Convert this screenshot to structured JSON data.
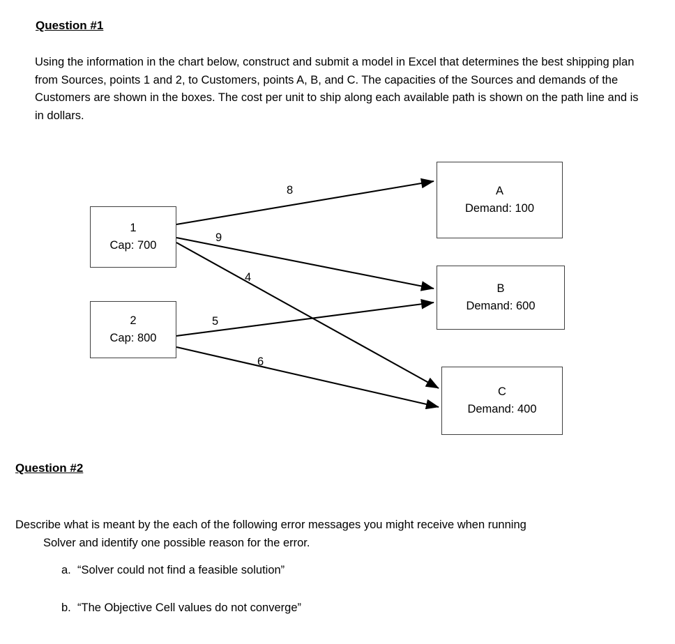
{
  "question1": {
    "heading": "Question #1",
    "body": "Using the information in the chart below, construct and submit a model in Excel that determines the best shipping plan from Sources, points 1 and 2, to Customers, points A, B, and C.  The capacities of the Sources and demands of the Customers are shown in the boxes.  The cost per unit to ship along each available path is shown on the path line and is in dollars."
  },
  "diagram": {
    "sources": [
      {
        "id": "1",
        "label": "1",
        "detail": "Cap: 700"
      },
      {
        "id": "2",
        "label": "2",
        "detail": "Cap: 800"
      }
    ],
    "customers": [
      {
        "id": "A",
        "label": "A",
        "detail": "Demand: 100"
      },
      {
        "id": "B",
        "label": "B",
        "detail": "Demand: 600"
      },
      {
        "id": "C",
        "label": "C",
        "detail": "Demand: 400"
      }
    ],
    "edges": [
      {
        "from": "1",
        "to": "A",
        "cost": "8"
      },
      {
        "from": "1",
        "to": "B",
        "cost": "9"
      },
      {
        "from": "1",
        "to": "C",
        "cost": "4"
      },
      {
        "from": "2",
        "to": "B",
        "cost": "5"
      },
      {
        "from": "2",
        "to": "C",
        "cost": "6"
      }
    ],
    "line_color": "#000000",
    "box_border_color": "#3f3f3f"
  },
  "question2": {
    "heading": "Question #2",
    "body_line1": "Describe what is meant by the each of the following error messages you might receive when running",
    "body_line2": "Solver and identify one possible reason for the error.",
    "items": [
      {
        "marker": "a.",
        "text": "“Solver could not find a feasible solution”"
      },
      {
        "marker": "b.",
        "text": "“The Objective Cell values do not converge”"
      }
    ]
  }
}
